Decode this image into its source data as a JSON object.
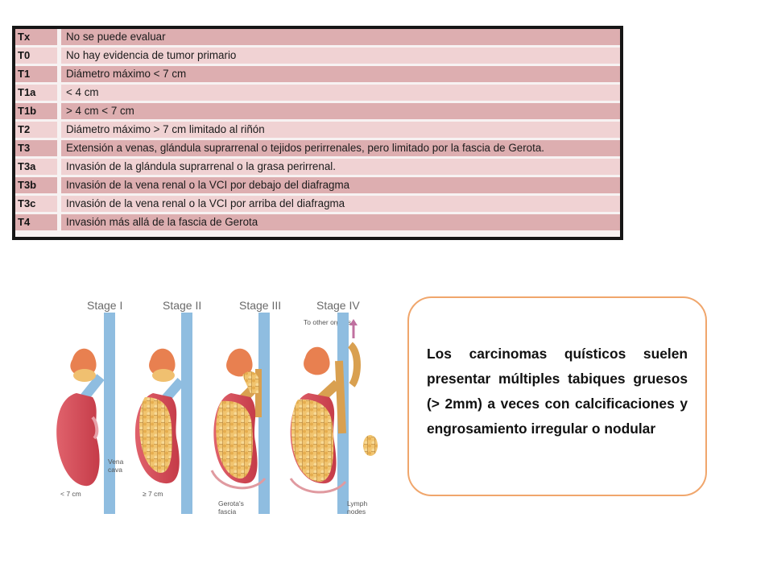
{
  "table": {
    "rows": [
      {
        "code": "Tx",
        "description": "No se puede evaluar",
        "shade": "dark"
      },
      {
        "code": "T0",
        "description": "No hay evidencia de tumor primario",
        "shade": "light"
      },
      {
        "code": "T1",
        "description": "Diámetro máximo < 7 cm",
        "shade": "dark"
      },
      {
        "code": "T1a",
        "description": "< 4 cm",
        "shade": "light"
      },
      {
        "code": "T1b",
        "description": "> 4 cm < 7 cm",
        "shade": "dark"
      },
      {
        "code": "T2",
        "description": "Diámetro máximo > 7 cm limitado al riñón",
        "shade": "light"
      },
      {
        "code": "T3",
        "description": "Extensión a venas, glándula suprarrenal o tejidos perirrenales, pero limitado por la fascia de Gerota.",
        "shade": "dark"
      },
      {
        "code": "T3a",
        "description": "Invasión de la glándula suprarrenal o la grasa perirrenal.",
        "shade": "light"
      },
      {
        "code": "T3b",
        "description": "Invasión de la vena renal o la VCI por debajo del diafragma",
        "shade": "dark"
      },
      {
        "code": "T3c",
        "description": "Invasión de la vena renal o la VCI por arriba del diafragma",
        "shade": "light"
      },
      {
        "code": "T4",
        "description": "Invasión más allá de la fascia de Gerota",
        "shade": "dark"
      }
    ]
  },
  "figure": {
    "stages": [
      "Stage I",
      "Stage II",
      "Stage III",
      "Stage IV"
    ],
    "labels": {
      "other_organs": "To other organs",
      "vena_cava": "Vena cava",
      "size_stage1": "< 7 cm",
      "size_stage2": "≥ 7 cm",
      "gerota": "Gerota's fascia",
      "lymph": "Lymph nodes"
    }
  },
  "note": {
    "text": "Los carcinomas quísticos suelen presentar múltiples tabiques gruesos (> 2mm) a veces con calcificaciones y engrosamiento irregular o nodular"
  },
  "colors": {
    "row_dark": "#ddaeb0",
    "row_light": "#f0d2d3",
    "box_border": "#f0a66c",
    "kidney": "#d44a55",
    "tumor": "#f0c070",
    "vessel": "#8fbde0"
  }
}
